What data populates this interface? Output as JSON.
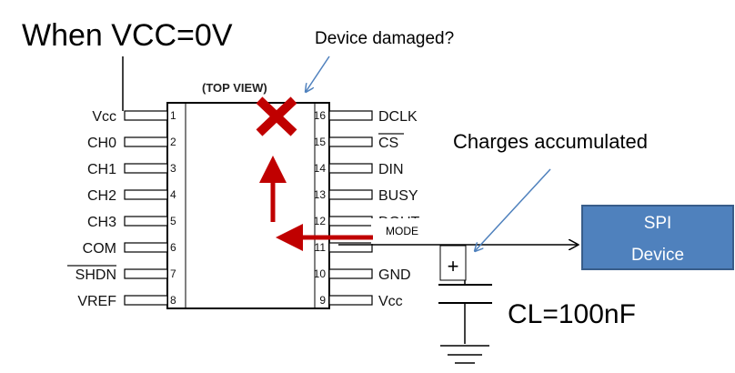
{
  "title": "When VCC=0V",
  "annotations": {
    "damaged": "Device damaged?",
    "charges": "Charges accumulated",
    "capacitor_value": "CL=100nF",
    "capacitor_plus": "+",
    "mode": "MODE"
  },
  "chip": {
    "top_view": "(TOP VIEW)",
    "left_pins": [
      {
        "num": "1",
        "label": "Vcc"
      },
      {
        "num": "2",
        "label": "CH0"
      },
      {
        "num": "3",
        "label": "CH1"
      },
      {
        "num": "4",
        "label": "CH2"
      },
      {
        "num": "5",
        "label": "CH3"
      },
      {
        "num": "6",
        "label": "COM"
      },
      {
        "num": "7",
        "label": "SHDN"
      },
      {
        "num": "8",
        "label": "VREF"
      }
    ],
    "right_pins": [
      {
        "num": "16",
        "label": "DCLK"
      },
      {
        "num": "15",
        "label": "CS"
      },
      {
        "num": "14",
        "label": "DIN"
      },
      {
        "num": "13",
        "label": "BUSY"
      },
      {
        "num": "12",
        "label": "DOUT"
      },
      {
        "num": "11",
        "label": ""
      },
      {
        "num": "10",
        "label": "GND"
      },
      {
        "num": "9",
        "label": "Vcc"
      }
    ]
  },
  "spi_device": {
    "line1": "SPI",
    "line2": "Device",
    "fill": "#4F81BD",
    "stroke": "#385D8A"
  },
  "colors": {
    "current_arrow": "#C00000",
    "damage_cross": "#C00000",
    "callout_arrow": "#4F81BD"
  },
  "icons": {
    "damage": "x-cross-icon",
    "ground": "ground-icon",
    "capacitor": "capacitor-icon"
  }
}
